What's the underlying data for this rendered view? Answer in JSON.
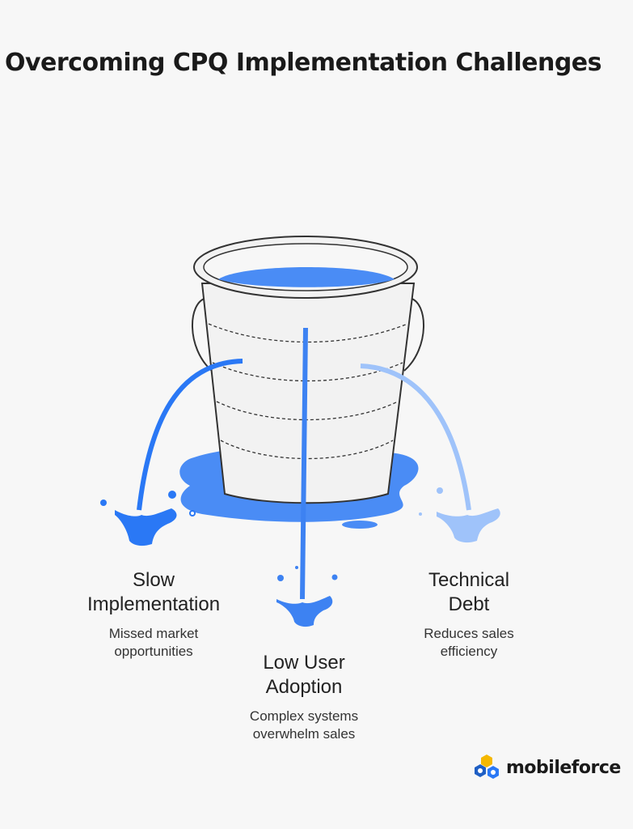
{
  "title": "Overcoming CPQ Implementation Challenges",
  "colors": {
    "water": "#4a8cf5",
    "stream_left": "#2a78f5",
    "stream_mid": "#3d82f2",
    "stream_right": "#9fc3fa",
    "bucket": "#f2f2f2",
    "outline": "#333333"
  },
  "challenges": [
    {
      "heading_lines": [
        "Slow",
        "Implementation"
      ],
      "description_lines": [
        "Missed market",
        "opportunities"
      ]
    },
    {
      "heading_lines": [
        "Low User",
        "Adoption"
      ],
      "description_lines": [
        "Complex systems",
        "overwhelm sales"
      ]
    },
    {
      "heading_lines": [
        "Technical",
        "Debt"
      ],
      "description_lines": [
        "Reduces sales",
        "efficiency"
      ]
    }
  ],
  "brand": {
    "name": "mobileforce"
  }
}
